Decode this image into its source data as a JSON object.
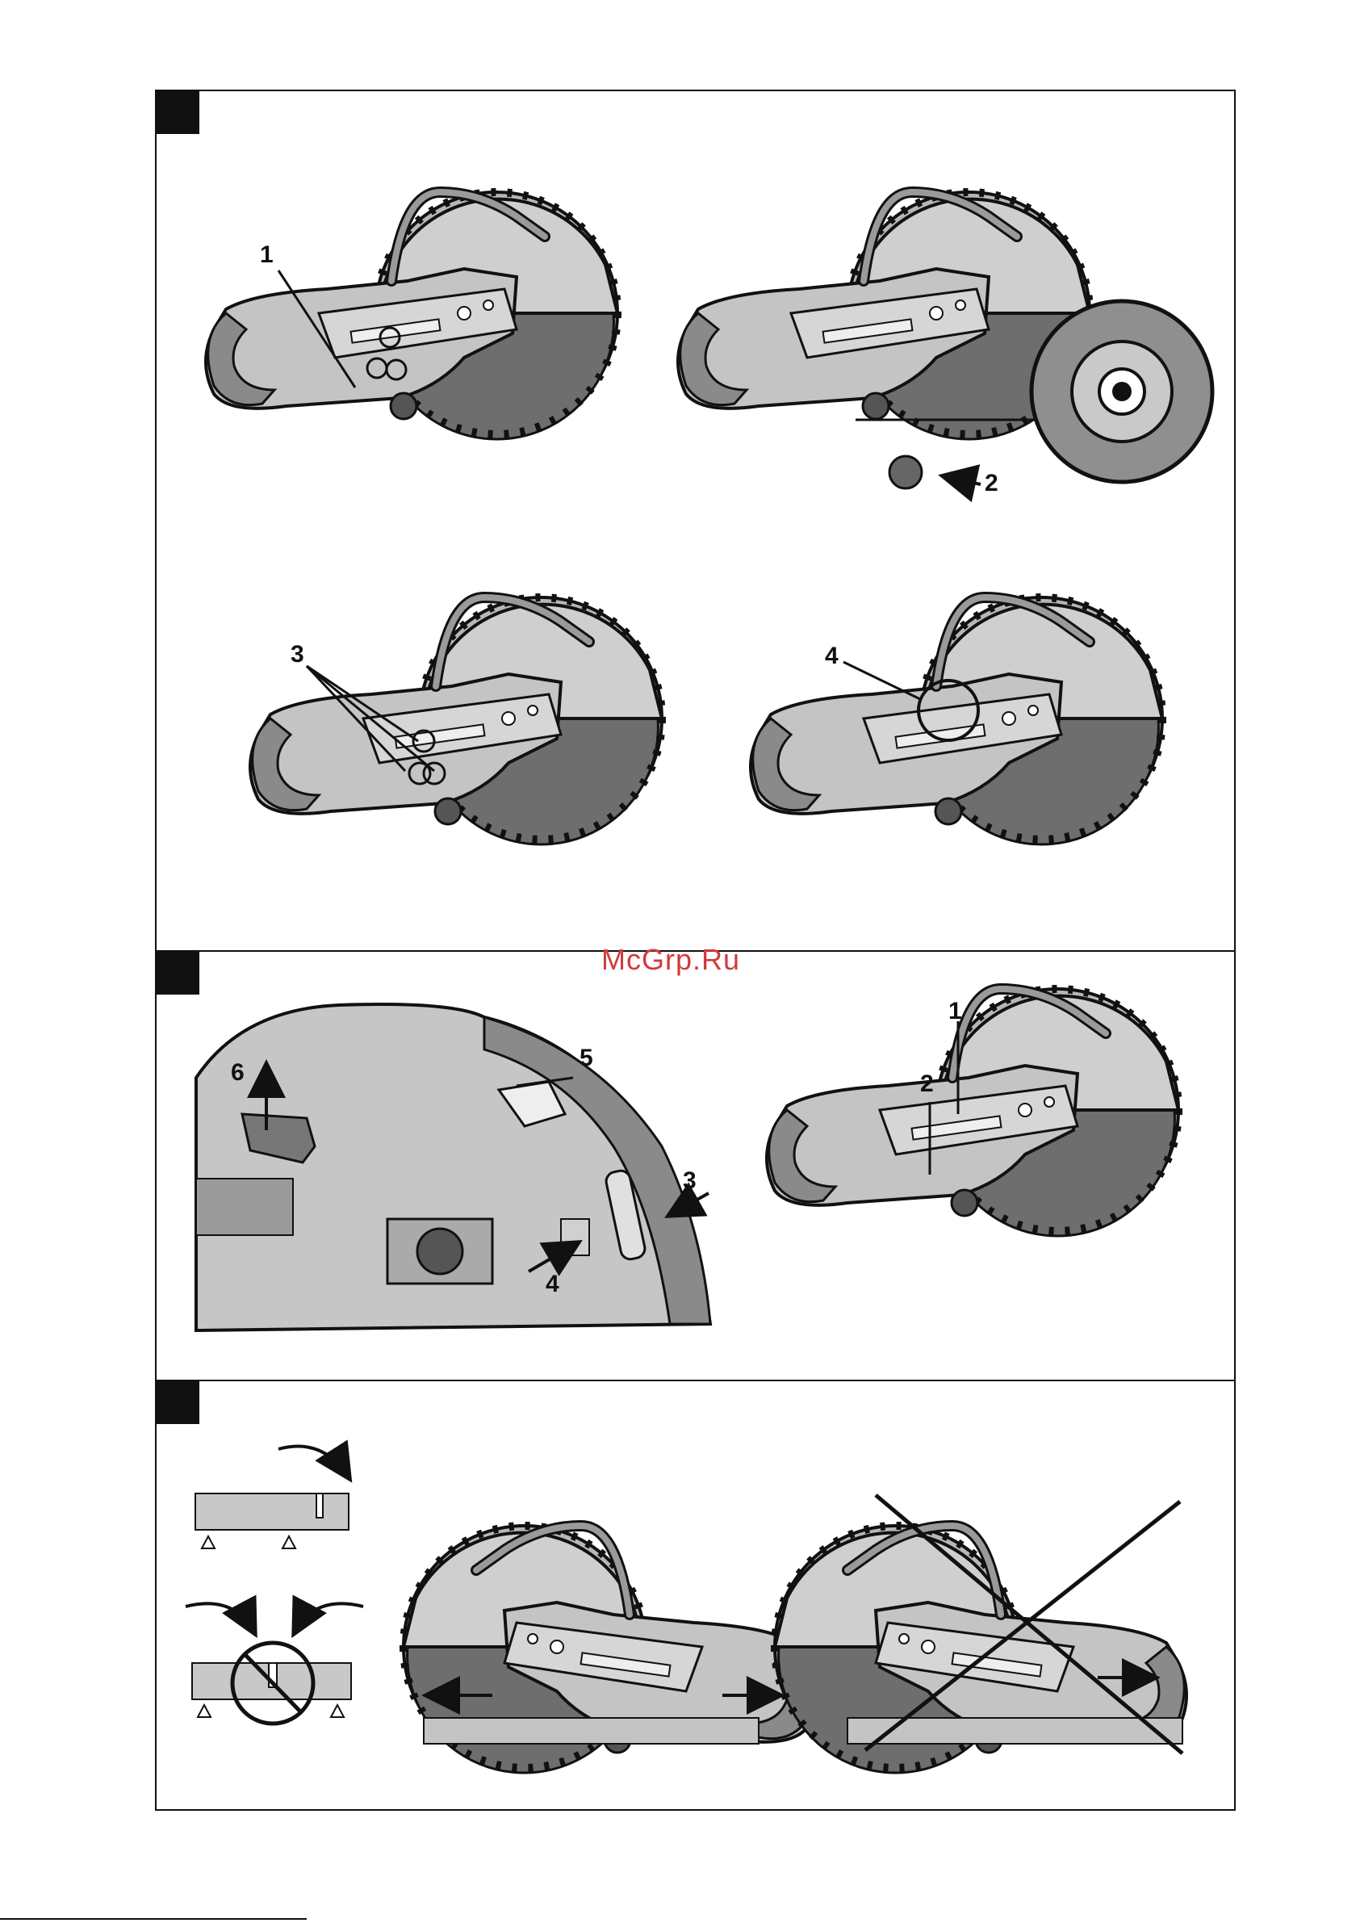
{
  "watermark": "McGrp.Ru",
  "panels": [
    {
      "steps": [
        {
          "callout": "1"
        },
        {
          "callout": "2"
        },
        {
          "callout": "3"
        },
        {
          "callout": "4"
        }
      ]
    },
    {
      "callouts_left": [
        "6",
        "5",
        "3",
        "4"
      ],
      "callouts_right": [
        "1",
        "2"
      ]
    },
    {}
  ]
}
